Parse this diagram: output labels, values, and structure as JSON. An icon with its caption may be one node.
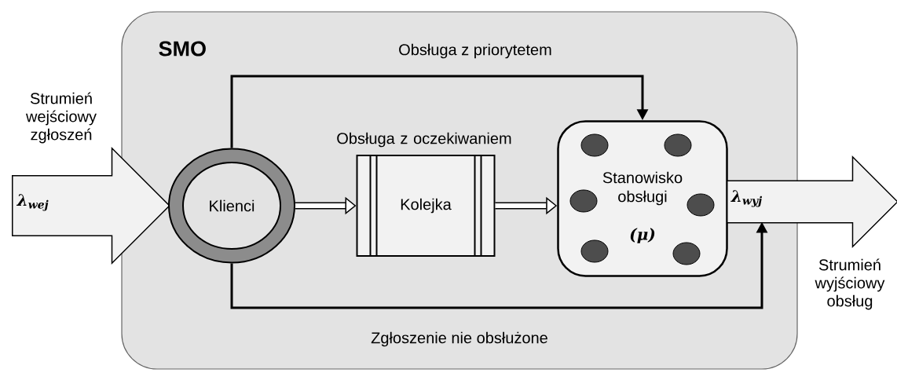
{
  "diagram": {
    "nodes": [
      {
        "text": [
          "SMO"
        ]
      },
      {
        "text": [
          "λ$_{wej}$"
        ],
        "beside": [
          "Strumień wejściowy zgłoszeń"
        ]
      },
      {
        "text": [
          "Klienci"
        ],
        "in": 0
      },
      {
        "text": [
          "Kolejka"
        ],
        "in": 0,
        "beside": [
          "Obsługa z oczekiwaniem"
        ]
      },
      {
        "text": [
          "Stanowisko obsługi",
          "(μ)"
        ],
        "in": 0
      },
      {
        "text": [
          "λ$_{wyj}$"
        ],
        "beside": [
          "Strumień wyjściowy obsług"
        ]
      }
    ],
    "edges": [
      {
        "from": 2,
        "to": 3,
        "arrow": "to",
        "style": "thick"
      },
      {
        "from": 3,
        "to": 4,
        "arrow": "to",
        "style": "thick"
      },
      {
        "from": 2,
        "to": 4,
        "arrow": "to",
        "label": "Obsługa z priorytetem"
      },
      {
        "from": 2,
        "to": 5,
        "arrow": "to",
        "label": "Zgłoszenie nie obsłużone"
      }
    ]
  }
}
